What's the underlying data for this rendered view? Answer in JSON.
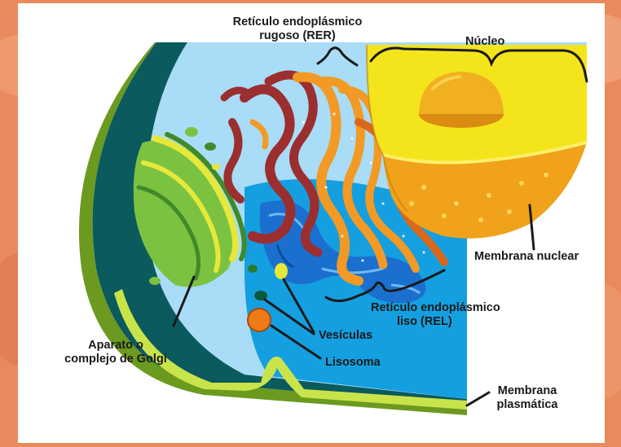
{
  "labels": {
    "rer_line1": "Retículo endoplásmico",
    "rer_line2": "rugoso (RER)",
    "nucleus": "Núcleo",
    "nuclear_membrane": "Membrana nuclear",
    "rel_line1": "Retículo endoplásmico",
    "rel_line2": "liso (REL)",
    "vesicles": "Vesículas",
    "lysosome": "Lisosoma",
    "golgi_line1": "Aparato o",
    "golgi_line2": "complejo de Golgi",
    "plasma_membrane_line1": "Membrana",
    "plasma_membrane_line2": "plasmática"
  },
  "colors": {
    "background": "#e98a5c",
    "cytoplasm_light": "#a9dcf6",
    "cytoplasm_blue": "#149fe0",
    "cytoplasm_dark": "#0a5a5e",
    "membrane_outer": "#6b9a1f",
    "membrane_inner": "#c9e34a",
    "golgi_green": "#7cc241",
    "golgi_yellow": "#e6e83a",
    "rer_brown": "#9b2f2f",
    "rer_orange": "#f29a25",
    "nucleus_yellow": "#f4e41c",
    "nucleolus": "#f0a21a",
    "lysosome": "#f07a18"
  }
}
